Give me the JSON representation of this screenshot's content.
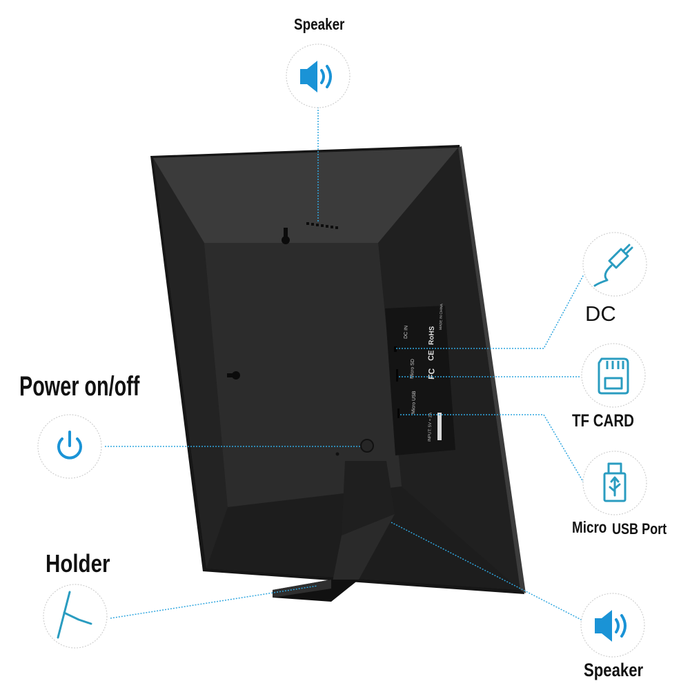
{
  "labels": {
    "speaker_top": "Speaker",
    "dc": "DC",
    "tf_card": "TF CARD",
    "micro_usb_prefix": "Micro",
    "micro_usb_suffix": "USB Port",
    "power": "Power on/off",
    "holder": "Holder",
    "speaker_bottom": "Speaker"
  },
  "port_panel": {
    "dc_in": "DC IN",
    "micro_sd": "Micro SD",
    "micro_usb": "Micro USB",
    "rohs": "RoHS",
    "ce": "CE",
    "fc": "FC",
    "made_in": "MADE IN CHINA",
    "input": "INPUT: 5V = 2A"
  },
  "icons": {
    "speaker_top": "speaker-icon",
    "dc": "plug-icon",
    "tf_card": "sd-card-icon",
    "micro_usb": "usb-icon",
    "power": "power-icon",
    "holder": "holder-icon",
    "speaker_bottom": "speaker-icon"
  },
  "colors": {
    "accent": "#1a93d6",
    "icon_line": "#2a9cc0",
    "frame": "#262626",
    "leader": "#2fa6df"
  }
}
